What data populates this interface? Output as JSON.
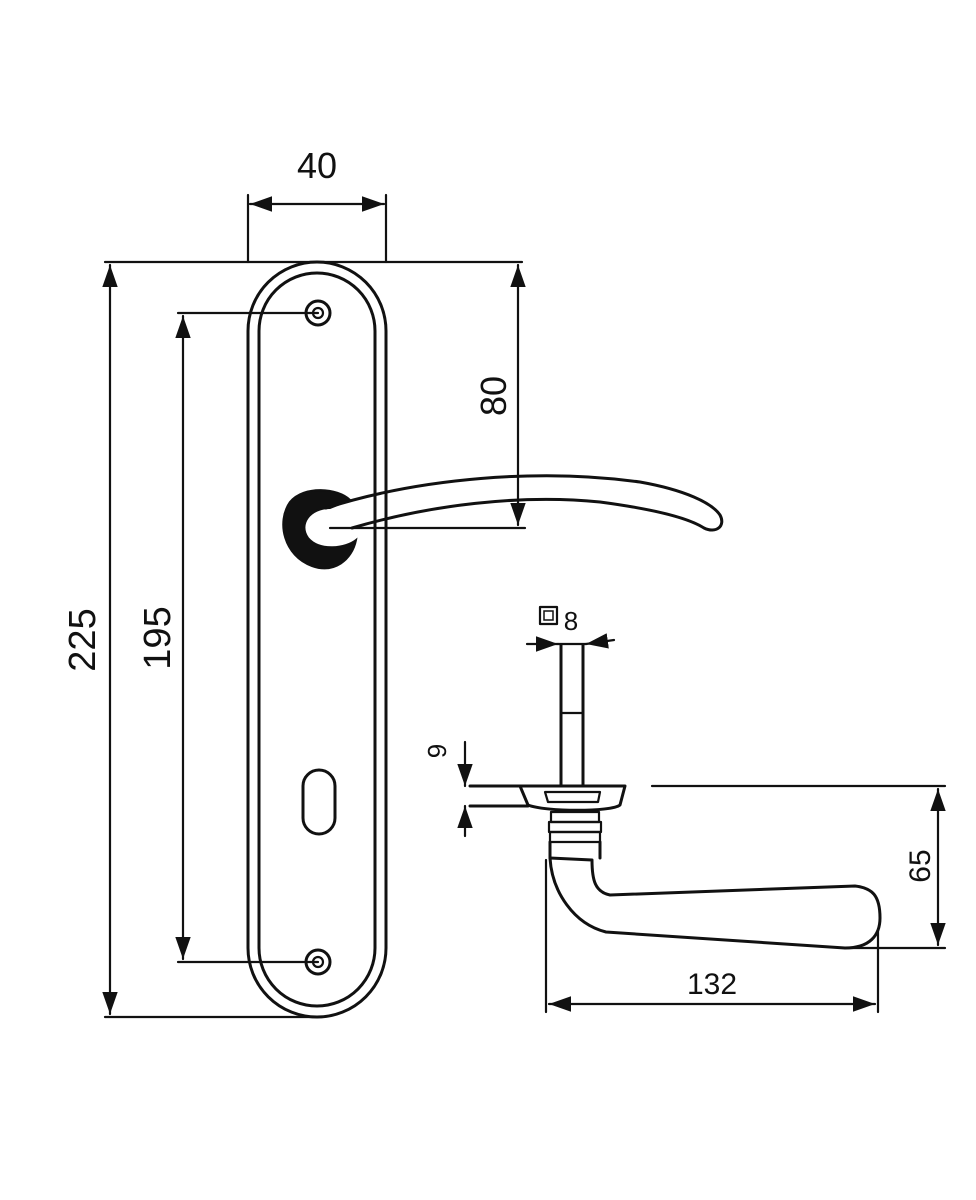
{
  "diagram": {
    "dimensions": {
      "plate_width": "40",
      "plate_height": "225",
      "screw_spacing": "195",
      "handle_offset": "80",
      "spindle_square": "8",
      "rose_thickness": "9",
      "handle_height": "65",
      "handle_projection": "132"
    }
  }
}
